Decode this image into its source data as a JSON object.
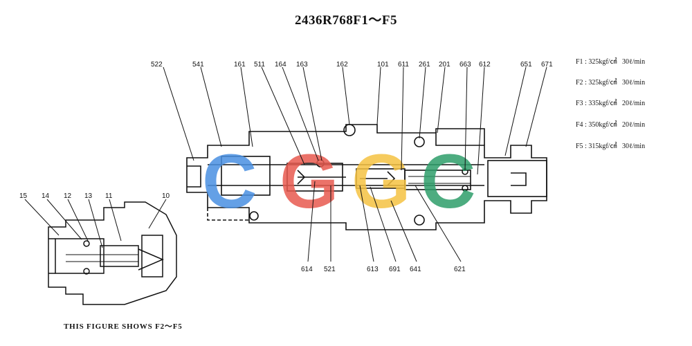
{
  "title": "2436R768F1～F5",
  "caption": "THIS FIGURE SHOWS  F2～F5",
  "specs": [
    {
      "label": "F1",
      "pressure": "325kgf/㎠",
      "flow": "30ℓ/min"
    },
    {
      "label": "F2",
      "pressure": "325kgf/㎠",
      "flow": "30ℓ/min"
    },
    {
      "label": "F3",
      "pressure": "335kgf/㎠",
      "flow": "20ℓ/min"
    },
    {
      "label": "F4",
      "pressure": "350kgf/㎠",
      "flow": "20ℓ/min"
    },
    {
      "label": "F5",
      "pressure": "315kgf/㎠",
      "flow": "30ℓ/min"
    }
  ],
  "main_labels_top": [
    "522",
    "541",
    "161",
    "511",
    "164",
    "163",
    "162",
    "101",
    "611",
    "261",
    "201",
    "663",
    "612",
    "651",
    "671"
  ],
  "main_labels_bottom": [
    "614",
    "521",
    "613",
    "691",
    "641",
    "621"
  ],
  "inset_labels": [
    "15",
    "14",
    "12",
    "13",
    "11",
    "10"
  ],
  "watermark": {
    "text": "CGGC",
    "colors": [
      "#4a90e2",
      "#e85a4f",
      "#f5c242",
      "#2e9e6b"
    ]
  }
}
